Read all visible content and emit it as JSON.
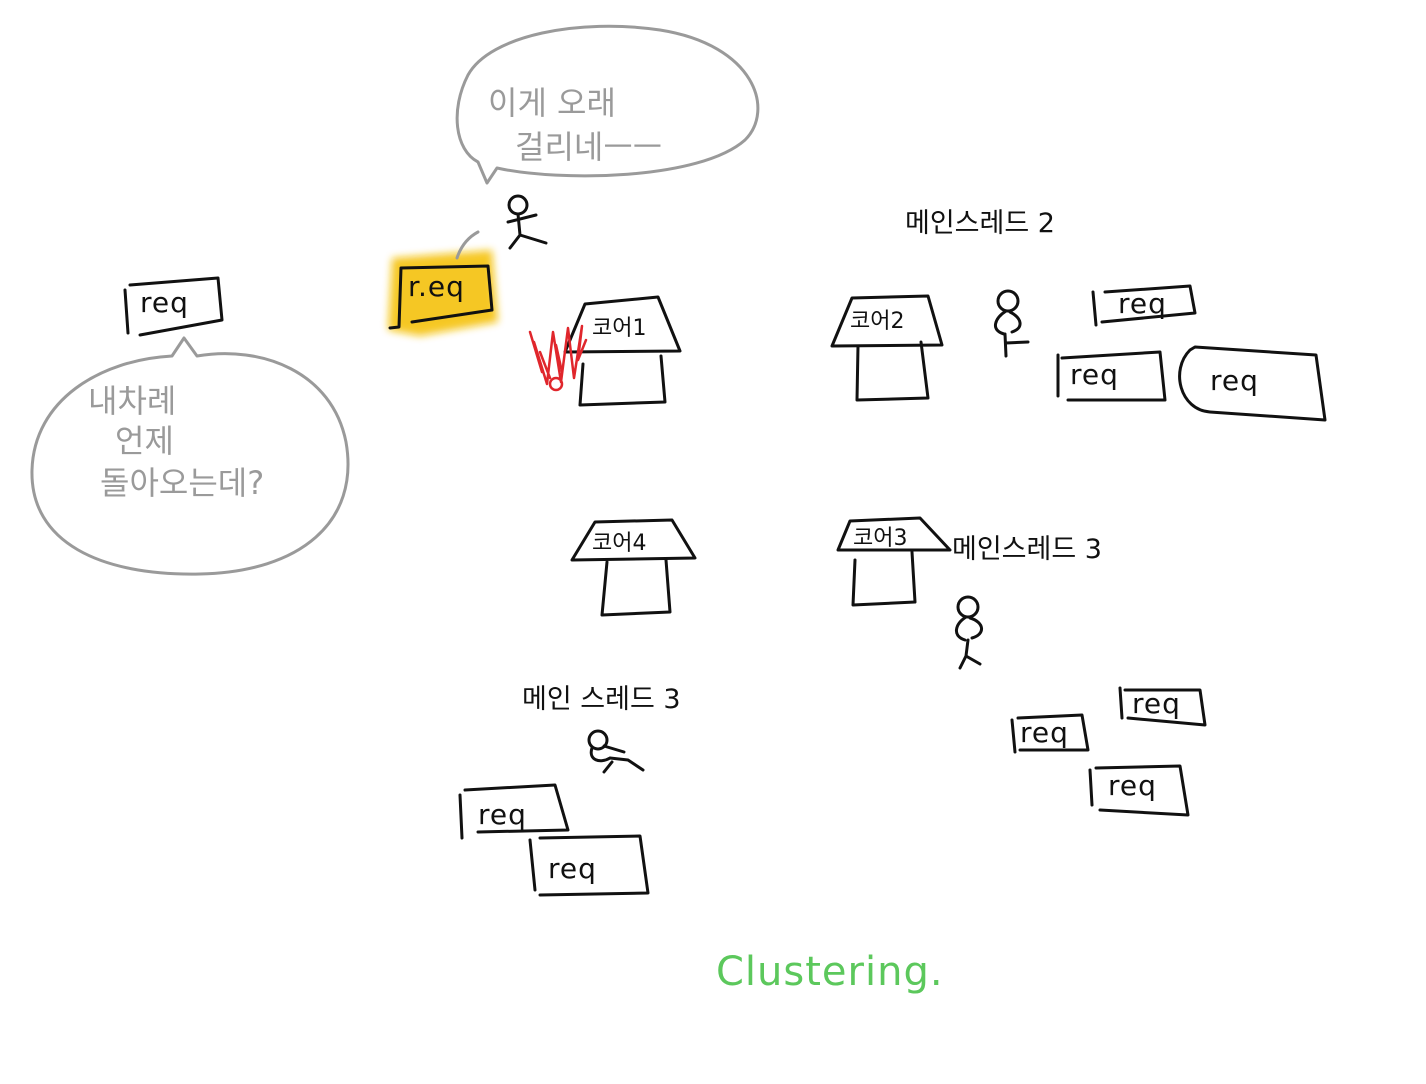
{
  "colors": {
    "ink": "#111111",
    "bubble": "#9a9a9a",
    "highlight": "#f5c20f",
    "alert": "#e0262c",
    "caption": "#5cc85c"
  },
  "waiting_request": {
    "label": "req"
  },
  "waiting_speech": {
    "lines": [
      "내차례",
      "언제",
      "돌아오는데?"
    ]
  },
  "active_request": {
    "label": "r.eq"
  },
  "worker_speech": {
    "lines": [
      "이게 오래",
      "걸리네ㅡㅡ"
    ]
  },
  "cores": [
    {
      "label": "코어1"
    },
    {
      "label": "코어2"
    },
    {
      "label": "코어4"
    },
    {
      "label": "코어3"
    }
  ],
  "threads": [
    {
      "label": "메인스레드 2"
    },
    {
      "label": "메인스레드 3"
    },
    {
      "label": "메인 스레드 3"
    }
  ],
  "queues": {
    "core2": [
      "req",
      "req",
      "req"
    ],
    "core3": [
      "req",
      "req",
      "req"
    ],
    "core4": [
      "req",
      "req"
    ]
  },
  "caption": "Clustering."
}
